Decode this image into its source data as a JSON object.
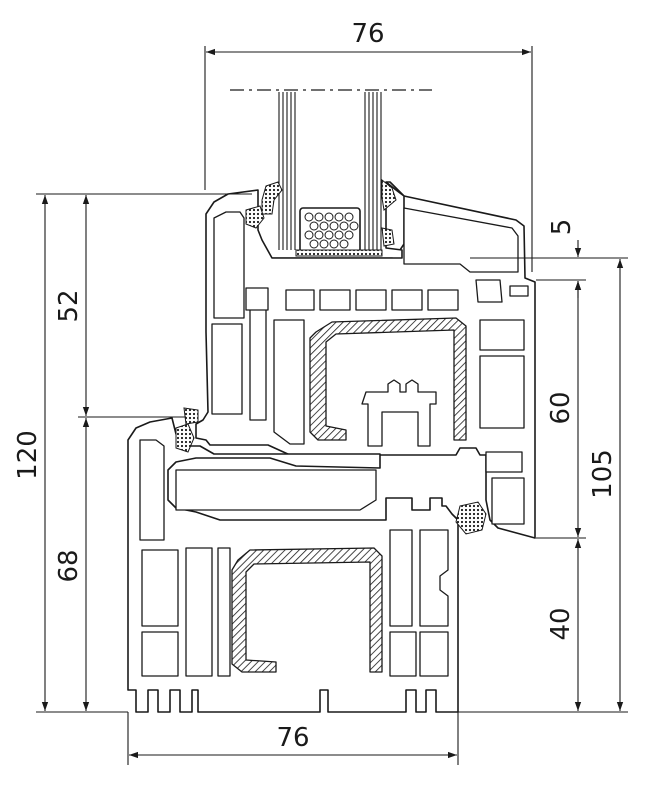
{
  "dimensions": {
    "top_width": "76",
    "bottom_width": "76",
    "left_total": "120",
    "left_upper": "52",
    "left_lower": "68",
    "right_glass_rebate": "5",
    "right_upper": "60",
    "right_lower": "40",
    "right_total": "105"
  },
  "colors": {
    "line": "#1a1a1a",
    "background": "#ffffff"
  }
}
